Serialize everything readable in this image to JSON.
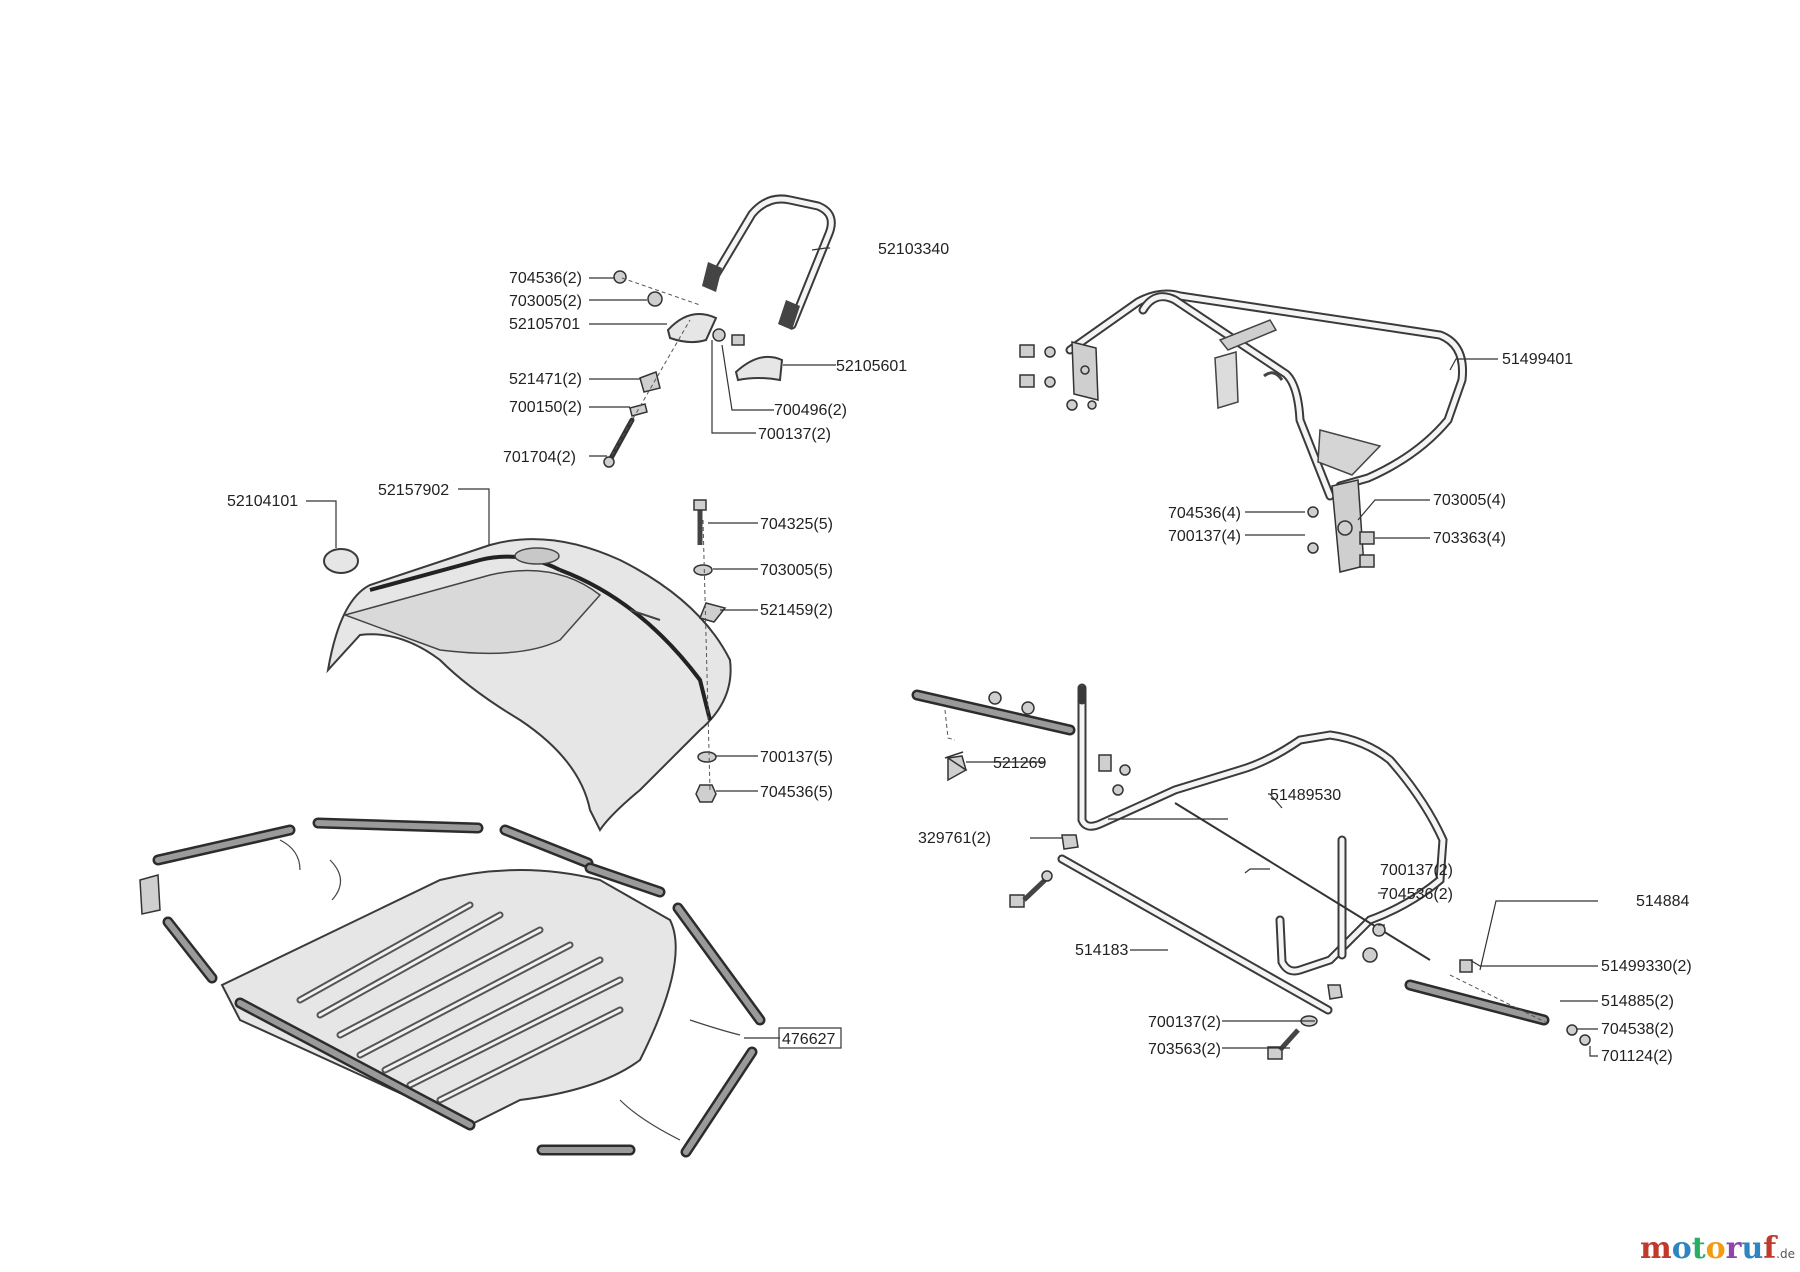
{
  "labels": {
    "a52103340": "52103340",
    "a704536_2_top": "704536(2)",
    "a703005_2_top": "703005(2)",
    "a52105701": "52105701",
    "a52105601": "52105601",
    "a521471_2": "521471(2)",
    "a700150_2": "700150(2)",
    "a700496_2": "700496(2)",
    "a700137_2_top": "700137(2)",
    "a701704_2": "701704(2)",
    "a52104101": "52104101",
    "a52157902": "52157902",
    "a704325_5": "704325(5)",
    "a703005_5": "703005(5)",
    "a521459_2": "521459(2)",
    "a700137_5": "700137(5)",
    "a704536_5": "704536(5)",
    "a476627": "476627",
    "a51499401": "51499401",
    "a704536_4": "704536(4)",
    "a700137_4": "700137(4)",
    "a703005_4": "703005(4)",
    "a703363_4": "703363(4)",
    "a521269": "521269",
    "a51489530": "51489530",
    "a329761_2": "329761(2)",
    "a700137_2_r": "700137(2)",
    "a704536_2_r": "704536(2)",
    "a514884": "514884",
    "a514183": "514183",
    "a51499330_2": "51499330(2)",
    "a514885_2": "514885(2)",
    "a700137_2_b": "700137(2)",
    "a704538_2": "704538(2)",
    "a703563_2": "703563(2)",
    "a701124_2": "701124(2)"
  },
  "watermark": {
    "brand_letters": [
      "m",
      "o",
      "t",
      "o",
      "r",
      "u",
      "f"
    ],
    "suffix": ".de",
    "colors": [
      "#c0392b",
      "#2e86c1",
      "#27ae60",
      "#f39c12",
      "#8e44ad",
      "#2e86c1",
      "#c0392b"
    ]
  }
}
